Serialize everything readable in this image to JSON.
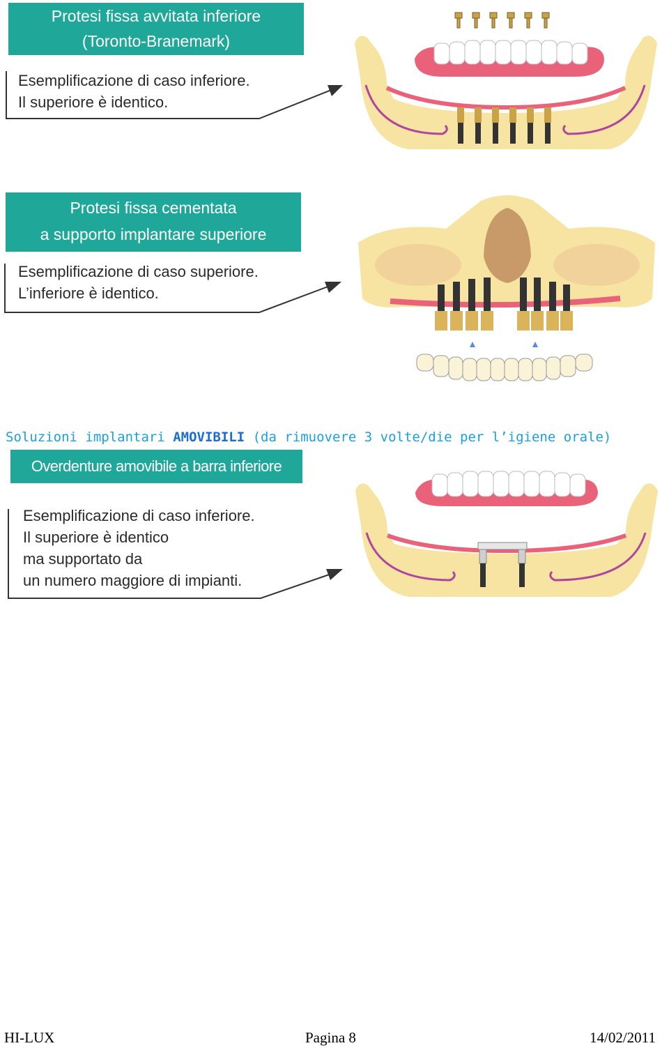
{
  "section1": {
    "banner_lines": [
      "Protesi fissa avvitata inferiore",
      "(Toronto-Branemark)"
    ],
    "desc_lines": [
      "Esemplificazione di caso inferiore.",
      "Il superiore è identico."
    ]
  },
  "section2": {
    "banner_lines": [
      "Protesi fissa cementata",
      "a supporto implantare superiore"
    ],
    "desc_lines": [
      "Esemplificazione di caso superiore.",
      "L’inferiore è identico."
    ]
  },
  "heading": {
    "prefix": "Soluzioni implantari ",
    "emphasis": "AMOVIBILI",
    "suffix": " (da rimuovere 3 volte/die per l’igiene orale)"
  },
  "section3": {
    "banner_lines": [
      "Overdenture amovibile a barra inferiore"
    ],
    "desc_lines": [
      "Esemplificazione di caso inferiore.",
      "Il superiore è identico",
      "ma supportato da",
      "un numero maggiore di impianti."
    ]
  },
  "footer": {
    "left": "HI-LUX",
    "center": "Pagina 8",
    "right": "14/02/2011"
  },
  "colors": {
    "banner": "#1fa79a",
    "bone": "#f7e3a2",
    "gum": "#e9627a",
    "nerve": "#b0449e",
    "heading": "#1a9fe0"
  }
}
